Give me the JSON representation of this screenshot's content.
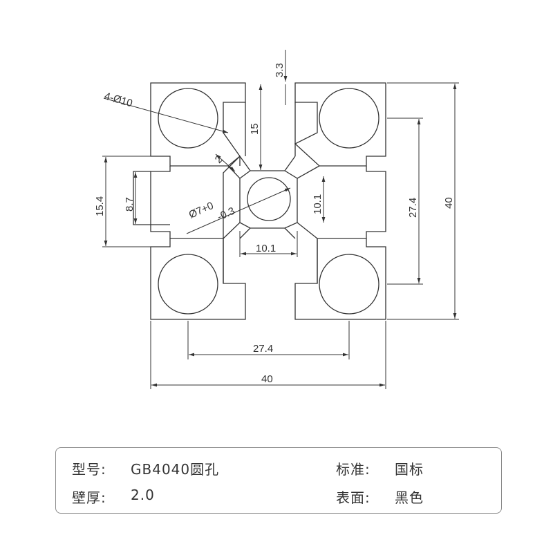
{
  "drawing": {
    "hole_callout": "4-Ø10",
    "dim_top_slot": "3.3",
    "dim_slot_depth": "15",
    "dim_wall": "2",
    "dim_center_hole_line1": "Ø7+0",
    "dim_center_hole_line2": "-0.3",
    "dim_core_height": "10.1",
    "dim_core_width": "10.1",
    "dim_slot_outer": "15.4",
    "dim_slot_inner": "8.7",
    "dim_right_27": "27.4",
    "dim_right_40": "40",
    "dim_bottom_27": "27.4",
    "dim_bottom_40": "40"
  },
  "spec": {
    "model_label": "型号:",
    "model_value": "GB4040圆孔",
    "standard_label": "标准:",
    "standard_value": "国标",
    "wall_label": "壁厚:",
    "wall_value": "2.0",
    "surface_label": "表面:",
    "surface_value": "黑色"
  }
}
